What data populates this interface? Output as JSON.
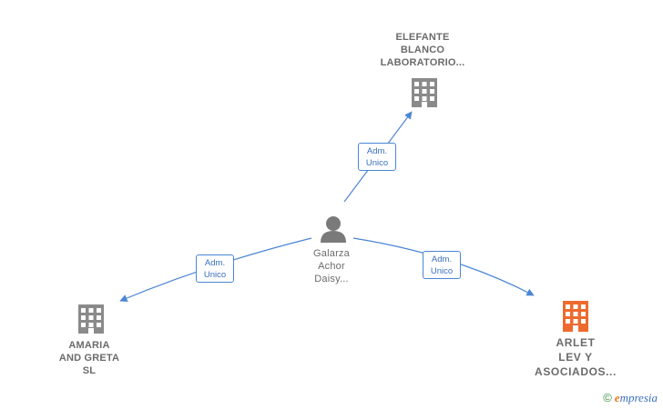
{
  "colors": {
    "edge": "#4a86d4",
    "building_gray": "#8a8a8a",
    "building_orange": "#ee6a2e",
    "person": "#7a7a7a"
  },
  "center": {
    "icon": "person-icon",
    "name_lines": [
      "Galarza",
      "Achor",
      "Daisy..."
    ]
  },
  "companies": [
    {
      "id": "elefante",
      "icon": "building-icon",
      "name_lines": [
        "ELEFANTE",
        "BLANCO",
        "LABORATORIO..."
      ],
      "highlighted": false
    },
    {
      "id": "amaria",
      "icon": "building-icon",
      "name_lines": [
        "AMARIA",
        "AND GRETA",
        "SL"
      ],
      "highlighted": false
    },
    {
      "id": "arlet",
      "icon": "building-icon",
      "name_lines": [
        "ARLET",
        "LEV Y",
        "ASOCIADOS..."
      ],
      "highlighted": true
    }
  ],
  "relations": [
    {
      "to": "elefante",
      "label_lines": [
        "Adm.",
        "Unico"
      ]
    },
    {
      "to": "amaria",
      "label_lines": [
        "Adm.",
        "Unico"
      ]
    },
    {
      "to": "arlet",
      "label_lines": [
        "Adm.",
        "Unico"
      ]
    }
  ],
  "brand": {
    "copyright": "©",
    "initial": "e",
    "rest": "mpresia"
  }
}
